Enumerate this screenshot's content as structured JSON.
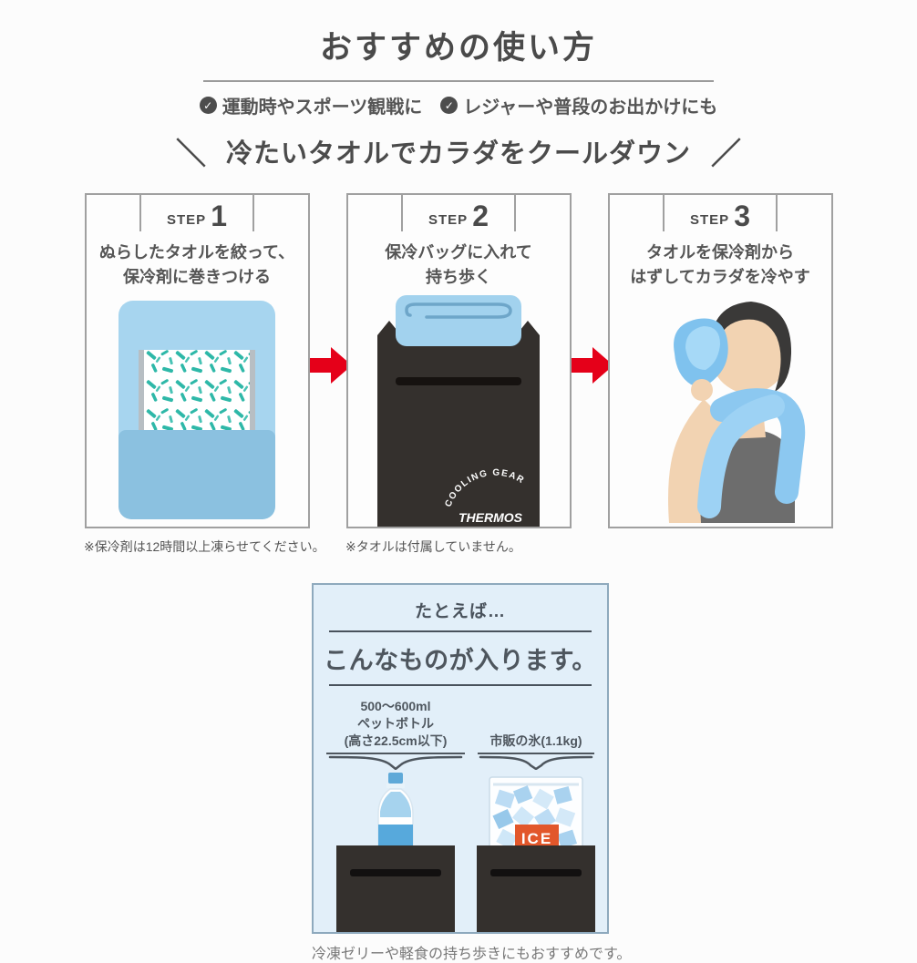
{
  "header": {
    "title": "おすすめの使い方",
    "bullets": [
      {
        "icon": "check-circle-icon",
        "label": "運動時やスポーツ観戦に"
      },
      {
        "icon": "check-circle-icon",
        "label": "レジャーや普段のお出かけにも"
      }
    ],
    "headline": {
      "slash_left": "＼",
      "text": "冷たいタオルでカラダをクールダウン",
      "slash_right": "／"
    }
  },
  "steps": [
    {
      "step_word": "STEP",
      "step_number": "1",
      "caption_line1": "ぬらしたタオルを絞って、",
      "caption_line2": "保冷剤に巻きつける",
      "note": "※保冷剤は12時間以上凍らせてください。",
      "illustration": "towel-wrapped-ice-pack"
    },
    {
      "step_word": "STEP",
      "step_number": "2",
      "caption_line1": "保冷バッグに入れて",
      "caption_line2": "持ち歩く",
      "note": "※タオルは付属していません。",
      "illustration": "cooling-bag-with-towel",
      "logo_arc": "COOLING GEAR",
      "logo_text": "THERMOS"
    },
    {
      "step_word": "STEP",
      "step_number": "3",
      "caption_line1": "タオルを保冷剤から",
      "caption_line2": "はずしてカラダを冷やす",
      "illustration": "man-cooling-face-with-towel"
    }
  ],
  "capacity_panel": {
    "intro": "たとえば…",
    "heading": "こんなものが入ります。",
    "items": [
      {
        "label_line1": "500～600ml",
        "label_line2": "ペットボトル",
        "label_line3": "(高さ22.5cm以下)",
        "illustration": "pet-bottle-in-cooler-bag"
      },
      {
        "label_line1": "市販の氷(1.1kg)",
        "illustration": "ice-bag-in-cooler-bag",
        "ice_label": "ICE"
      }
    ],
    "footnote": "冷凍ゼリーや軽食の持ち歩きにもおすすめです。"
  },
  "colors": {
    "accent_red": "#e50019",
    "towel_blue": "#a7d5ef",
    "towel_flap_blue": "#8bc1e0",
    "pattern_teal": "#2eb8a8",
    "bag_dark": "#34302d",
    "panel_bg": "#e2eff9",
    "panel_border": "#8ea9bd",
    "ice_label_orange": "#e2572b",
    "text_dark": "#4b4b4b"
  }
}
